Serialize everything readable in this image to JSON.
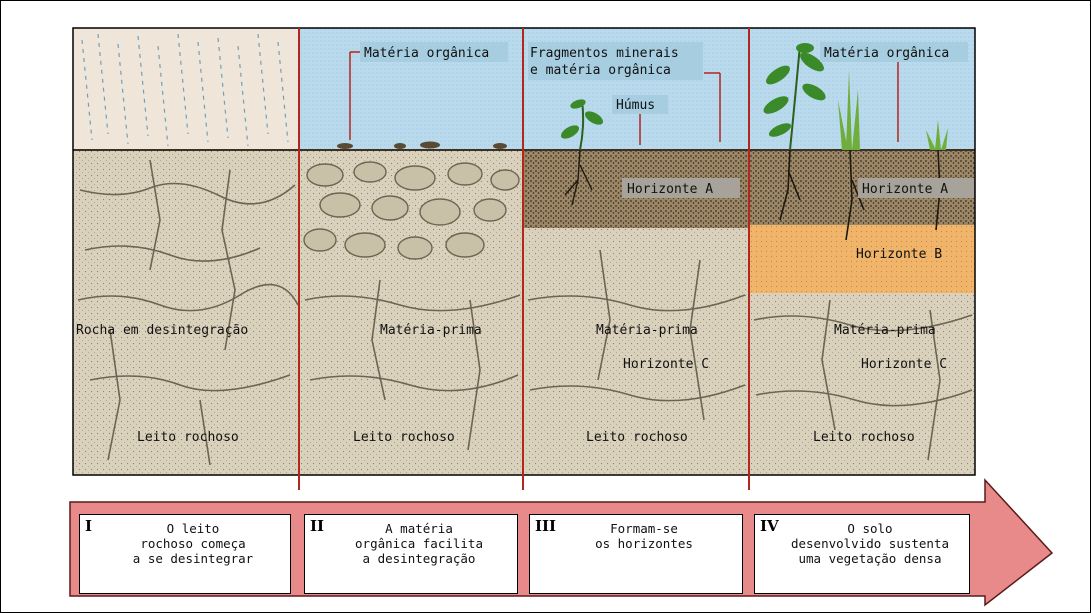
{
  "panels": [
    {
      "id": "I",
      "labels": {
        "rock": "Rocha em desintegração",
        "bedrock": "Leito rochoso"
      },
      "caption": {
        "numeral": "I",
        "text": "O leito\nrochoso começa\na se desintegrar"
      }
    },
    {
      "id": "II",
      "labels": {
        "organic": "Matéria orgânica",
        "parent": "Matéria-prima",
        "bedrock": "Leito rochoso"
      },
      "caption": {
        "numeral": "II",
        "text": "A matéria\norgânica facilita\na desintegração"
      }
    },
    {
      "id": "III",
      "labels": {
        "fragments_1": "Fragmentos minerais",
        "fragments_2": "e matéria orgânica",
        "humus": "Húmus",
        "horizon_a": "Horizonte A",
        "parent": "Matéria-prima",
        "horizon_c": "Horizonte C",
        "bedrock": "Leito rochoso"
      },
      "caption": {
        "numeral": "III",
        "text": "Formam-se\nos horizontes"
      }
    },
    {
      "id": "IV",
      "labels": {
        "organic": "Matéria orgânica",
        "horizon_a": "Horizonte A",
        "horizon_b": "Horizonte B",
        "parent": "Matéria-prima",
        "horizon_c": "Horizonte C",
        "bedrock": "Leito rochoso"
      },
      "caption": {
        "numeral": "IV",
        "text": "O solo\ndesenvolvido sustenta\numa vegetação densa"
      }
    }
  ],
  "colors": {
    "sky": "#b9d9ec",
    "rain_sky": "#efe6d9",
    "rain": "#6e9fbf",
    "rock": "#d9d1bc",
    "crack": "#6e6452",
    "topsoil": "#8a7558",
    "orange_horizon": "#f0b56a",
    "divider": "#b3261e",
    "arrow": "#e88a8a",
    "label_box": "#a6cde0",
    "grey_label": "#a8a39a",
    "plant": "#3b8a2a"
  },
  "icons": [
    "rain-icon",
    "plant-icon",
    "root-icon",
    "arrow-icon"
  ]
}
